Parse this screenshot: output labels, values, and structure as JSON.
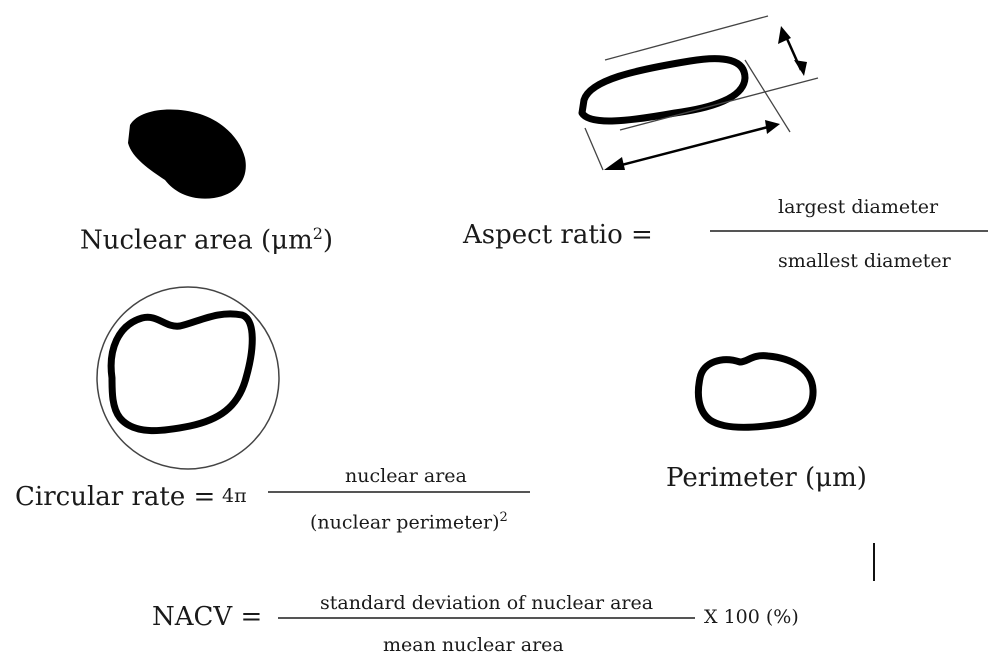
{
  "nuclear_area": {
    "label": "Nuclear area (μm",
    "sup": "2",
    "close": ")"
  },
  "aspect_ratio": {
    "label": "Aspect  ratio =",
    "numerator": "largest diameter",
    "denominator": "smallest diameter"
  },
  "circular_rate": {
    "label": "Circular rate =",
    "coefficient": "4π",
    "numerator": "nuclear area",
    "denominator": "(nuclear perimeter)",
    "denominator_sup": "2"
  },
  "perimeter": {
    "label": "Perimeter (μm)"
  },
  "nacv": {
    "label": "NACV =",
    "numerator": "standard deviation of nuclear area",
    "denominator": "mean nuclear area",
    "suffix": "X 100 (%)"
  },
  "colors": {
    "ink": "#000000",
    "text": "#1a1a1a",
    "rule": "#555555",
    "circle": "#444444"
  }
}
